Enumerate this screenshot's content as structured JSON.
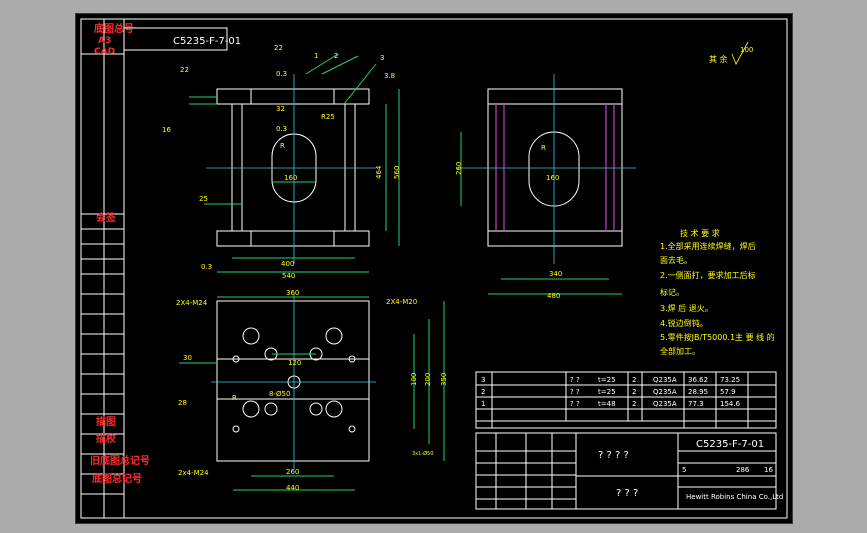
{
  "title_block": {
    "drawing_number": "C5235-F-7-01",
    "drawing_number_mirrored": "C5235-F-7-01",
    "name": "? ? ? ?",
    "name_bottom": "? ? ?",
    "company": "Hewitt Robins China Co.,Ltd",
    "sheet": "5",
    "scale_a": "286",
    "scale_b": "16"
  },
  "side_strip": {
    "top_labels": [
      "底图总号",
      "A3",
      "CAD"
    ],
    "sign": "会签",
    "bottom_labels": [
      "描图",
      "描校",
      "旧底图总记号",
      "底图总记号"
    ]
  },
  "roughness_note": {
    "text": "其 余",
    "value": "100"
  },
  "tech_requirements": {
    "title": "技 术 要 求",
    "items": [
      "1.全部采用连续焊缝，焊后",
      "面去毛。",
      "2.一侧面打，要求加工后标",
      "标记。",
      "3.焊 后 退火。",
      "4.锐边倒钝。",
      "5.零件按JB/T5000.1主 要 线 的",
      "全部加工。"
    ]
  },
  "parts_list": [
    {
      "no": "3",
      "name": "? ?",
      "spec": "t=25",
      "qty": "2",
      "mat": "Q235A",
      "w1": "36.62",
      "w2": "73.25"
    },
    {
      "no": "2",
      "name": "? ?",
      "spec": "t=25",
      "qty": "2",
      "mat": "Q235A",
      "w1": "28.95",
      "w2": "57.9"
    },
    {
      "no": "1",
      "name": "? ?",
      "spec": "t=48",
      "qty": "2",
      "mat": "Q235A",
      "w1": "77.3",
      "w2": "154.6"
    }
  ],
  "dimensions": {
    "front": [
      "22",
      "22",
      "32",
      "1",
      "2",
      "3",
      "R25",
      "3.8",
      "R",
      "160",
      "464",
      "560",
      "25",
      "400",
      "540",
      "16",
      "0.3",
      "0.3",
      "0.3"
    ],
    "side": [
      "260",
      "160",
      "340",
      "480",
      "R"
    ],
    "plan": [
      "360",
      "2X4-M20",
      "2X4-M24",
      "30",
      "120",
      "8-Ø50",
      "100",
      "200",
      "350",
      "28",
      "R",
      "260",
      "440",
      "2x4-M24",
      "3x1-Ø50"
    ]
  },
  "colors": {
    "sheet": "#000000",
    "outline": "#ffffff",
    "dimension": "#22d36a",
    "center": "#38c8d8",
    "text": "#ffff00",
    "red_text": "#ff2a2a",
    "magenta": "#c040c0"
  }
}
